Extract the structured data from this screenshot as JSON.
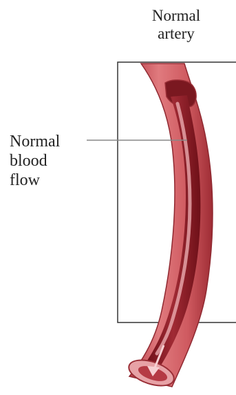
{
  "title": {
    "line1": "Normal",
    "line2": "artery"
  },
  "callout": {
    "line1": "Normal",
    "line2": "blood",
    "line3": "flow"
  },
  "colors": {
    "artery_outer": "#d05a60",
    "artery_wall_shadow": "#a83038",
    "lumen": "#8c1c26",
    "blood_highlight": "#f0b4b8",
    "frame": "#333333",
    "leader_line": "#888888"
  }
}
